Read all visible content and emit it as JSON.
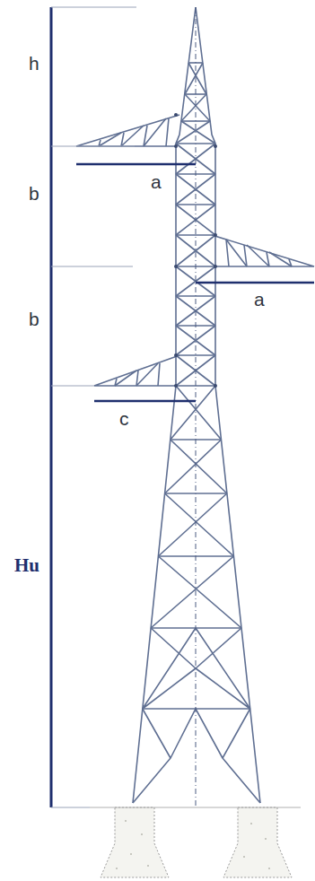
{
  "diagram": {
    "labels": [
      "h",
      "b",
      "a",
      "a",
      "b",
      "c",
      "Hu"
    ]
  }
}
